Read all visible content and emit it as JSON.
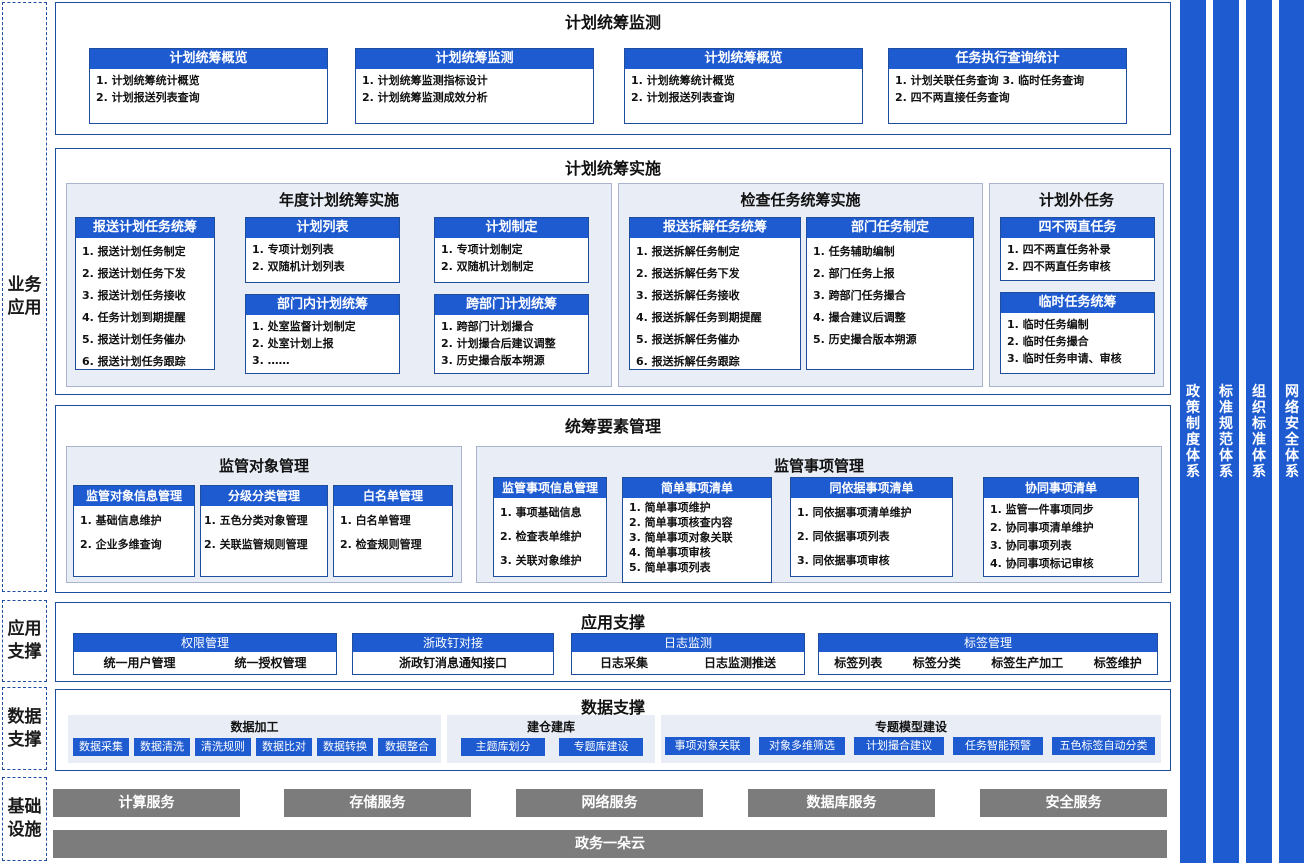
{
  "layers": {
    "business": "业务\n应用",
    "app_support": "应用\n支撑",
    "data_support": "数据\n支撑",
    "infra": "基础\n设施"
  },
  "side_bars": [
    "政策制度体系",
    "标准规范体系",
    "组织标准体系",
    "网络安全体系"
  ],
  "monitor": {
    "title": "计划统筹监测",
    "cards": [
      {
        "title": "计划统筹概览",
        "items": [
          "1.  计划统筹统计概览",
          "2.  计划报送列表查询"
        ]
      },
      {
        "title": "计划统筹监测",
        "items": [
          "1.  计划统筹监测指标设计",
          "2.  计划统筹监测成效分析"
        ]
      },
      {
        "title": "计划统筹概览",
        "items": [
          "1.  计划统筹统计概览",
          "2.  计划报送列表查询"
        ]
      },
      {
        "title": "任务执行查询统计",
        "items": [
          "1.  计划关联任务查询  3. 临时任务查询",
          "2.  四不两直接任务查询"
        ]
      }
    ]
  },
  "implement": {
    "title": "计划统筹实施",
    "annual": {
      "title": "年度计划统筹实施",
      "c1": {
        "title": "报送计划任务统筹",
        "items": [
          "1.  报送计划任务制定",
          "2.  报送计划任务下发",
          "3.  报送计划任务接收",
          "4.  任务计划到期提醒",
          "5.  报送计划任务催办",
          "6.  报送计划任务跟踪"
        ]
      },
      "c2": {
        "title": "计划列表",
        "items": [
          "1.  专项计划列表",
          "2.  双随机计划列表"
        ]
      },
      "c3": {
        "title": "计划制定",
        "items": [
          "1.  专项计划制定",
          "2.  双随机计划制定"
        ]
      },
      "c4": {
        "title": "部门内计划统筹",
        "items": [
          "1.  处室监督计划制定",
          "2.  处室计划上报",
          "3.  ……"
        ]
      },
      "c5": {
        "title": "跨部门计划统筹",
        "items": [
          "1.  跨部门计划撮合",
          "2.  计划撮合后建议调整",
          "3.  历史撮合版本朔源"
        ]
      }
    },
    "inspect": {
      "title": "检查任务统筹实施",
      "c1": {
        "title": "报送拆解任务统筹",
        "items": [
          "1.  报送拆解任务制定",
          "2.  报送拆解任务下发",
          "3.  报送拆解任务接收",
          "4.  报送拆解任务到期提醒",
          "5.  报送拆解任务催办",
          "6.  报送拆解任务跟踪"
        ]
      },
      "c2": {
        "title": "部门任务制定",
        "items": [
          "1.  任务辅助编制",
          "2.  部门任务上报",
          "3.  跨部门任务撮合",
          "4.  撮合建议后调整",
          "5.  历史撮合版本朔源"
        ]
      }
    },
    "outside": {
      "title": "计划外任务",
      "c1": {
        "title": "四不两直任务",
        "items": [
          "1.  四不两直任务补录",
          "2.  四不两直任务审核"
        ]
      },
      "c2": {
        "title": "临时任务统筹",
        "items": [
          "1.  临时任务编制",
          "2.  临时任务撮合",
          "3.  临时任务申请、审核"
        ]
      }
    }
  },
  "elements": {
    "title": "统筹要素管理",
    "obj": {
      "title": "监管对象管理",
      "c1": {
        "title": "监管对象信息管理",
        "items": [
          "1.  基础信息维护",
          "2.  企业多维查询"
        ]
      },
      "c2": {
        "title": "分级分类管理",
        "items": [
          "1. 五色分类对象管理",
          "2. 关联监管规则管理"
        ]
      },
      "c3": {
        "title": "白名单管理",
        "items": [
          "1.  白名单管理",
          "2.  检查规则管理"
        ]
      }
    },
    "matter": {
      "title": "监管事项管理",
      "c1": {
        "title": "监管事项信息管理",
        "items": [
          "1.  事项基础信息",
          "2.  检查表单维护",
          "3.  关联对象维护"
        ]
      },
      "c2": {
        "title": "简单事项清单",
        "items": [
          "1.  简单事项维护",
          "2.  简单事项核查内容",
          "3.  简单事项对象关联",
          "4.  简单事项审核",
          "5.  简单事项列表"
        ]
      },
      "c3": {
        "title": "同依据事项清单",
        "items": [
          "1.  同依据事项清单维护",
          "2.  同依据事项列表",
          "3.  同依据事项审核"
        ]
      },
      "c4": {
        "title": "协同事项清单",
        "items": [
          "1.  监管一件事项同步",
          "2.  协同事项清单维护",
          "3.  协同事项列表",
          "4.  协同事项标记审核"
        ]
      }
    }
  },
  "app_support": {
    "title": "应用支撑",
    "boxes": [
      {
        "title": "权限管理",
        "items": [
          "统一用户管理",
          "统一授权管理"
        ]
      },
      {
        "title": "浙政钉对接",
        "items": [
          "浙政钉消息通知接口"
        ]
      },
      {
        "title": "日志监测",
        "items": [
          "日志采集",
          "日志监测推送"
        ]
      },
      {
        "title": "标签管理",
        "items": [
          "标签列表",
          "标签分类",
          "标签生产加工",
          "标签维护"
        ]
      }
    ]
  },
  "data_support": {
    "title": "数据支撑",
    "g1": {
      "title": "数据加工",
      "chips": [
        "数据采集",
        "数据清洗",
        "清洗规则",
        "数据比对",
        "数据转换",
        "数据整合"
      ]
    },
    "g2": {
      "title": "建仓建库",
      "chips": [
        "主题库划分",
        "专题库建设"
      ]
    },
    "g3": {
      "title": "专题模型建设",
      "chips": [
        "事项对象关联",
        "对象多维筛选",
        "计划撮合建议",
        "任务智能预警",
        "五色标签自动分类"
      ]
    }
  },
  "infra": {
    "services": [
      "计算服务",
      "存储服务",
      "网络服务",
      "数据库服务",
      "安全服务"
    ],
    "cloud": "政务一朵云"
  }
}
